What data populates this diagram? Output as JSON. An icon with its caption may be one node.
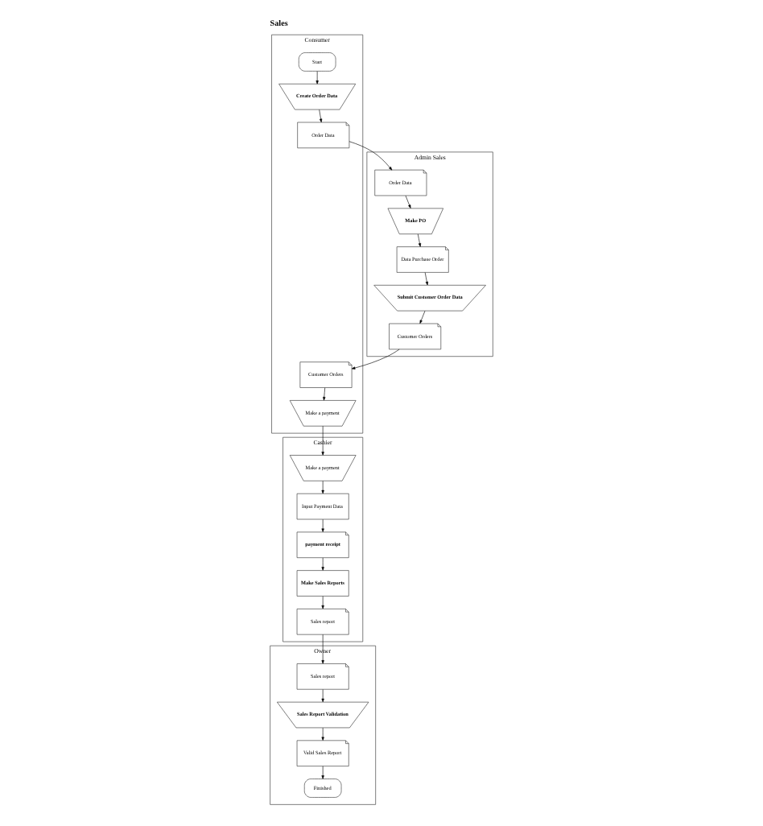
{
  "diagram": {
    "title": "Sales",
    "nodes": [
      {
        "text": [
          "Consumer"
        ]
      },
      {
        "text": [
          "Start"
        ],
        "in": 0
      },
      {
        "text": [
          "Create Order Data"
        ],
        "in": 0
      },
      {
        "text": [
          "Order Data"
        ],
        "in": 0
      },
      {
        "text": [
          "Customer Orders"
        ],
        "in": 0
      },
      {
        "text": [
          "Make a payment"
        ],
        "in": 0
      },
      {
        "text": [
          "Admin Sales"
        ]
      },
      {
        "text": [
          "Order Data"
        ],
        "in": 6
      },
      {
        "text": [
          "Make PO"
        ],
        "in": 6
      },
      {
        "text": [
          "Data Purchase Order"
        ],
        "in": 6
      },
      {
        "text": [
          "Submit Customer Order Data"
        ],
        "in": 6
      },
      {
        "text": [
          "Customer Orders"
        ],
        "in": 6
      },
      {
        "text": [
          "Cashier"
        ]
      },
      {
        "text": [
          "Make a payment"
        ],
        "in": 12
      },
      {
        "text": [
          "Input Payment Data"
        ],
        "in": 12
      },
      {
        "text": [
          "payment receipt"
        ],
        "in": 12
      },
      {
        "text": [
          "Make Sales Reports"
        ],
        "in": 12
      },
      {
        "text": [
          "Sales report"
        ],
        "in": 12
      },
      {
        "text": [
          "Owner"
        ]
      },
      {
        "text": [
          "Sales report"
        ],
        "in": 18
      },
      {
        "text": [
          "Sales Report Validation"
        ],
        "in": 18
      },
      {
        "text": [
          "Valid Sales Report"
        ],
        "in": 18
      },
      {
        "text": [
          "Finished"
        ],
        "in": 18
      }
    ],
    "edges": [
      {
        "from": 1,
        "to": 2,
        "arrow": "to"
      },
      {
        "from": 2,
        "to": 3,
        "arrow": "to"
      },
      {
        "from": 3,
        "to": 7,
        "arrow": "to"
      },
      {
        "from": 7,
        "to": 8,
        "arrow": "to"
      },
      {
        "from": 8,
        "to": 9,
        "arrow": "to"
      },
      {
        "from": 9,
        "to": 10,
        "arrow": "to"
      },
      {
        "from": 10,
        "to": 11,
        "arrow": "to"
      },
      {
        "from": 11,
        "to": 4,
        "arrow": "to"
      },
      {
        "from": 4,
        "to": 5,
        "arrow": "to"
      },
      {
        "from": 5,
        "to": 13,
        "arrow": "to"
      },
      {
        "from": 13,
        "to": 14,
        "arrow": "to"
      },
      {
        "from": 14,
        "to": 15,
        "arrow": "to"
      },
      {
        "from": 15,
        "to": 16,
        "arrow": "to"
      },
      {
        "from": 16,
        "to": 17,
        "arrow": "to"
      },
      {
        "from": 17,
        "to": 19,
        "arrow": "to"
      },
      {
        "from": 19,
        "to": 20,
        "arrow": "to"
      },
      {
        "from": 20,
        "to": 21,
        "arrow": "to"
      },
      {
        "from": 21,
        "to": 22,
        "arrow": "to"
      }
    ]
  }
}
